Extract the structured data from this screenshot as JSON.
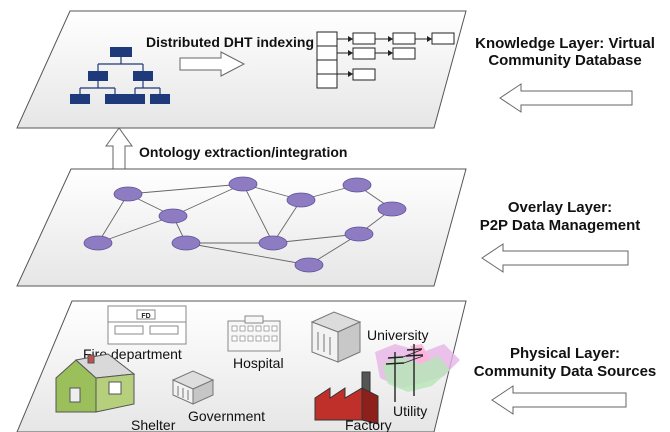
{
  "knowledge_layer": {
    "label_line1": "Knowledge Layer: Virtual",
    "label_line2": "Community Database",
    "indexing_label": "Distributed DHT indexing"
  },
  "ontology": {
    "label": "Ontology extraction/integration"
  },
  "overlay_layer": {
    "label_line1": "Overlay Layer:",
    "label_line2": "P2P Data Management",
    "node_color": "#8e7cc3"
  },
  "physical_layer": {
    "label_line1": "Physical Layer:",
    "label_line2": "Community Data Sources",
    "sources": {
      "fire_department_sign": "FD",
      "fire_department": "Fire department",
      "hospital": "Hospital",
      "university": "University",
      "shelter": "Shelter",
      "government": "Government",
      "factory": "Factory",
      "utility": "Utility"
    }
  },
  "colors": {
    "tree_node": "#1f3a7a",
    "plane_fill": "#f3f3f3",
    "plane_stroke": "#555555"
  }
}
